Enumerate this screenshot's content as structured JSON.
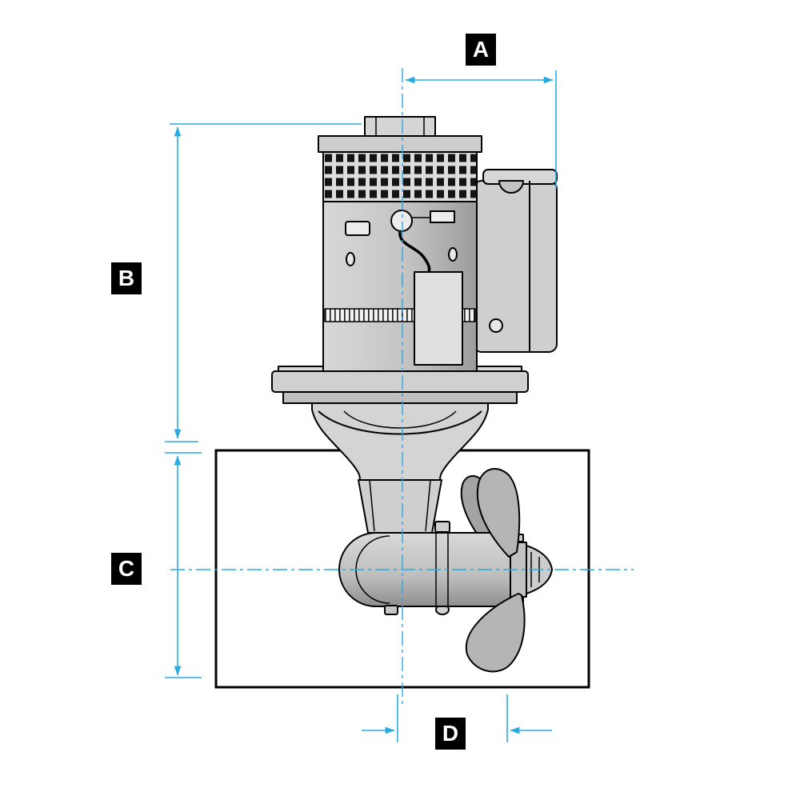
{
  "labels": {
    "a": "A",
    "b": "B",
    "c": "C",
    "d": "D"
  },
  "colors": {
    "dimension_line": "#29ABE2",
    "label_background": "#000000",
    "label_text": "#FFFFFF",
    "outline": "#000000",
    "body_light": "#D8D8D8",
    "body_dark": "#9C9C9C",
    "background": "#FFFFFF"
  }
}
